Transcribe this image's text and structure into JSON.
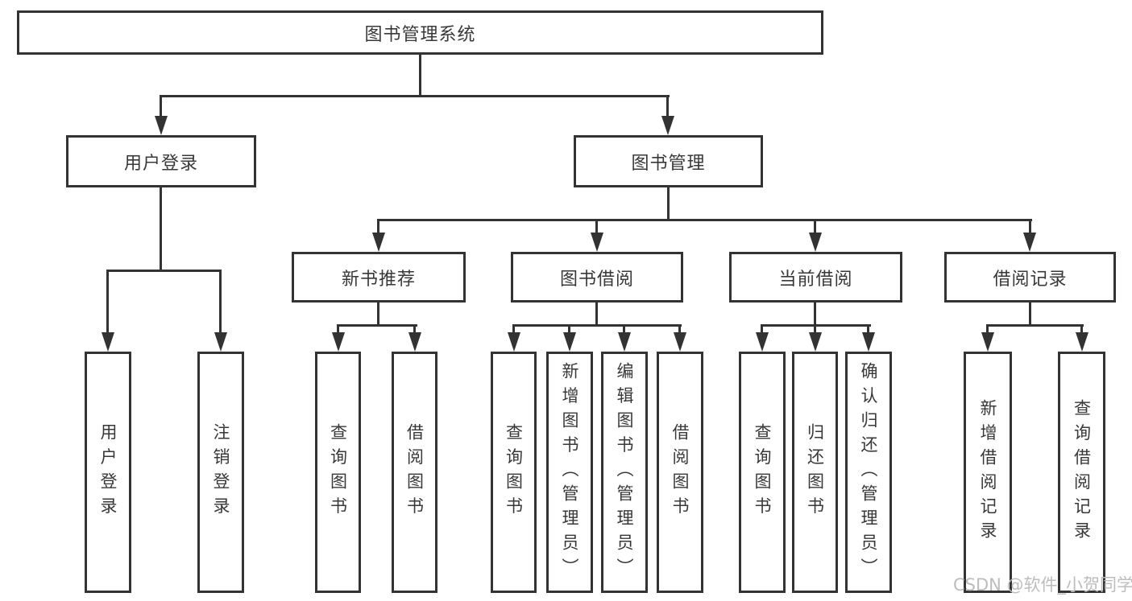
{
  "tree": {
    "root": {
      "label": "图书管理系统"
    },
    "level2": [
      {
        "label": "用户登录"
      },
      {
        "label": "图书管理"
      }
    ],
    "level3": [
      {
        "label": "新书推荐"
      },
      {
        "label": "图书借阅"
      },
      {
        "label": "当前借阅"
      },
      {
        "label": "借阅记录"
      }
    ],
    "leaves_user": [
      {
        "label": "用户登录"
      },
      {
        "label": "注销登录"
      }
    ],
    "leaves_newbook": [
      {
        "label": "查询图书"
      },
      {
        "label": "借阅图书"
      }
    ],
    "leaves_borrow": [
      {
        "label": "查询图书"
      },
      {
        "label": "新增图书（管理员）"
      },
      {
        "label": "编辑图书（管理员）"
      },
      {
        "label": "借阅图书"
      }
    ],
    "leaves_current": [
      {
        "label": "查询图书"
      },
      {
        "label": "归还图书"
      },
      {
        "label": "确认归还（管理员）"
      }
    ],
    "leaves_records": [
      {
        "label": "新增借阅记录"
      },
      {
        "label": "查询借阅记录"
      }
    ]
  },
  "watermark": {
    "text": "CSDN @软件_小贺同学"
  },
  "colors": {
    "line": "#333333",
    "text": "#383838",
    "watermark": "#bdbdbd",
    "background": "#ffffff"
  }
}
